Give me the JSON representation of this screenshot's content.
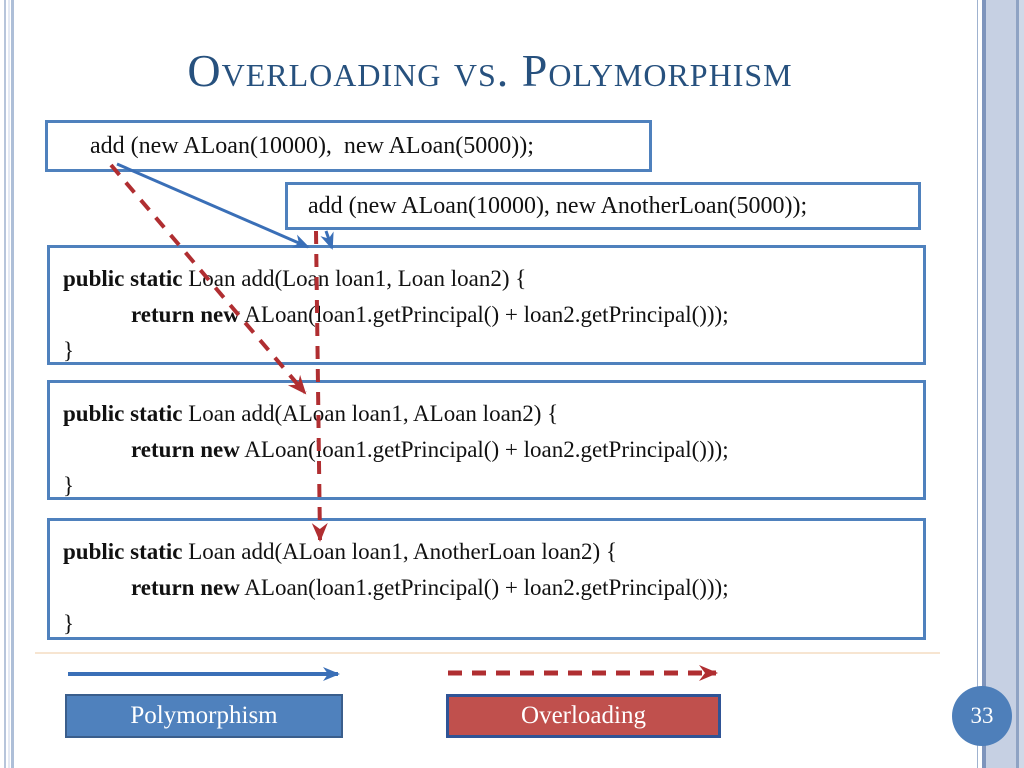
{
  "slide": {
    "title": "Overloading vs. Polymorphism",
    "page_number": "33"
  },
  "calls": [
    {
      "text": "add (new ALoan(10000),  new ALoan(5000));"
    },
    {
      "text": "add (new ALoan(10000), new AnotherLoan(5000));"
    }
  ],
  "code_blocks": [
    {
      "signature_keyword": "public static",
      "signature_rest": " Loan add(Loan loan1, Loan loan2) {",
      "body_keyword": "return new",
      "body_rest": " ALoan(loan1.getPrincipal() + loan2.getPrincipal()));",
      "closing_brace": "}"
    },
    {
      "signature_keyword": "public static",
      "signature_rest": " Loan add(ALoan loan1, ALoan loan2) {",
      "body_keyword": "return new",
      "body_rest": " ALoan(loan1.getPrincipal() + loan2.getPrincipal()));",
      "closing_brace": "}"
    },
    {
      "signature_keyword": "public static",
      "signature_rest": " Loan add(ALoan loan1, AnotherLoan loan2) {",
      "body_keyword": "return new",
      "body_rest": " ALoan(loan1.getPrincipal() + loan2.getPrincipal()));",
      "closing_brace": "}"
    }
  ],
  "legend": {
    "polymorphism_label": "Polymorphism",
    "overloading_label": "Overloading"
  },
  "colors": {
    "accent_blue": "#4F81BD",
    "arrow_blue": "#3A6FB7",
    "arrow_red": "#B02E31",
    "legend_red_fill": "#C0504D",
    "legend_red_border": "#2F5496",
    "legend_blue_border": "#3A5E8C",
    "title_color": "#27517E",
    "page_circle_fill": "#4E7FBA"
  }
}
